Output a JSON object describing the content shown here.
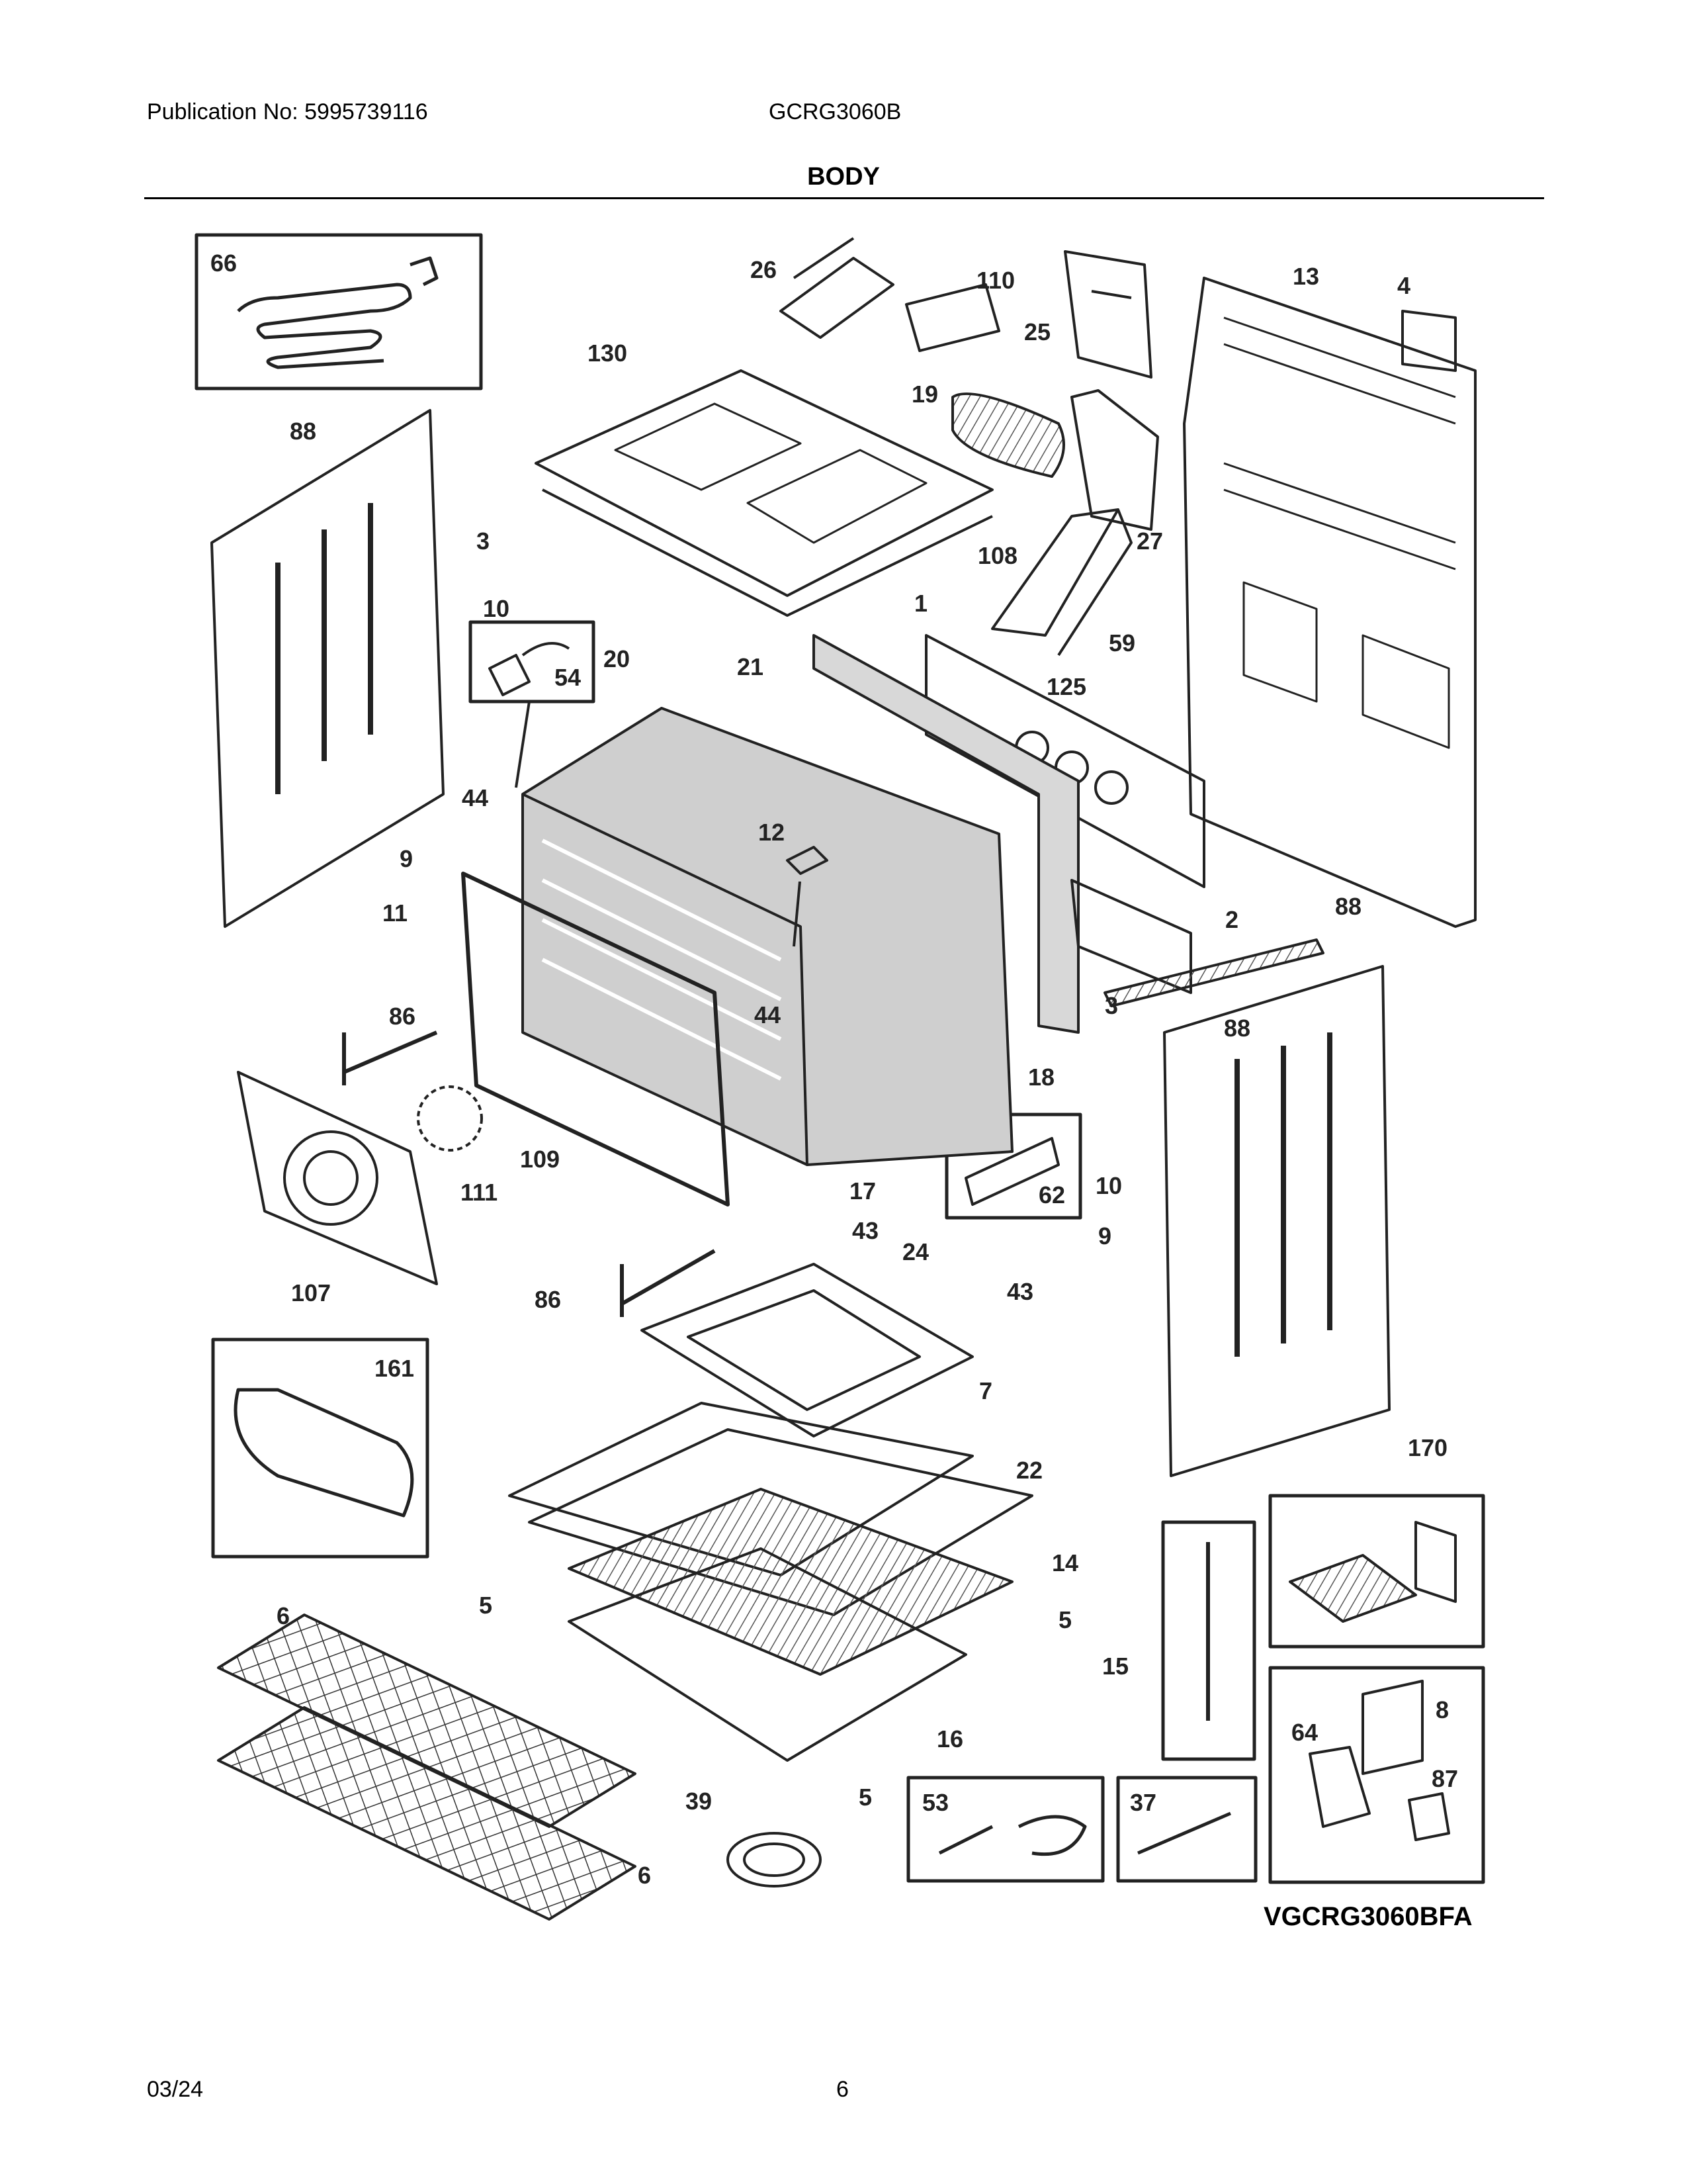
{
  "header": {
    "publication": "Publication No: 5995739116",
    "model": "GCRG3060B",
    "section_title": "BODY"
  },
  "footer": {
    "date": "03/24",
    "page_number": "6"
  },
  "diagram_code": "VGCRG3060BFA",
  "callouts": [
    "66",
    "26",
    "110",
    "13",
    "4",
    "130",
    "19",
    "25",
    "88",
    "27",
    "108",
    "3",
    "1",
    "59",
    "10",
    "20",
    "21",
    "54",
    "125",
    "44",
    "9",
    "12",
    "11",
    "2",
    "88",
    "86",
    "44",
    "3",
    "88",
    "18",
    "109",
    "111",
    "17",
    "62",
    "10",
    "107",
    "43",
    "24",
    "43",
    "9",
    "86",
    "161",
    "7",
    "170",
    "22",
    "14",
    "5",
    "6",
    "5",
    "15",
    "8",
    "64",
    "16",
    "87",
    "39",
    "5",
    "53",
    "37",
    "6"
  ]
}
